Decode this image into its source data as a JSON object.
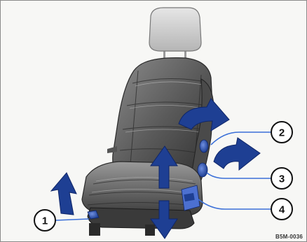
{
  "diagram": {
    "subject": "car-seat-adjustment-controls",
    "figure_code": "B5M-0036",
    "callouts": [
      {
        "id": 1,
        "label": "1"
      },
      {
        "id": 2,
        "label": "2"
      },
      {
        "id": 3,
        "label": "3"
      },
      {
        "id": 4,
        "label": "4"
      }
    ],
    "colors": {
      "arrow_fill": "#1e3f93",
      "arrow_dark": "#0f2668",
      "seat_dark": "#2f2f2f",
      "seat_mid": "#6e6e6e",
      "seat_light": "#b8b8b8",
      "frame": "#8a8a8a",
      "callout_line": "#3a6fd8"
    }
  }
}
